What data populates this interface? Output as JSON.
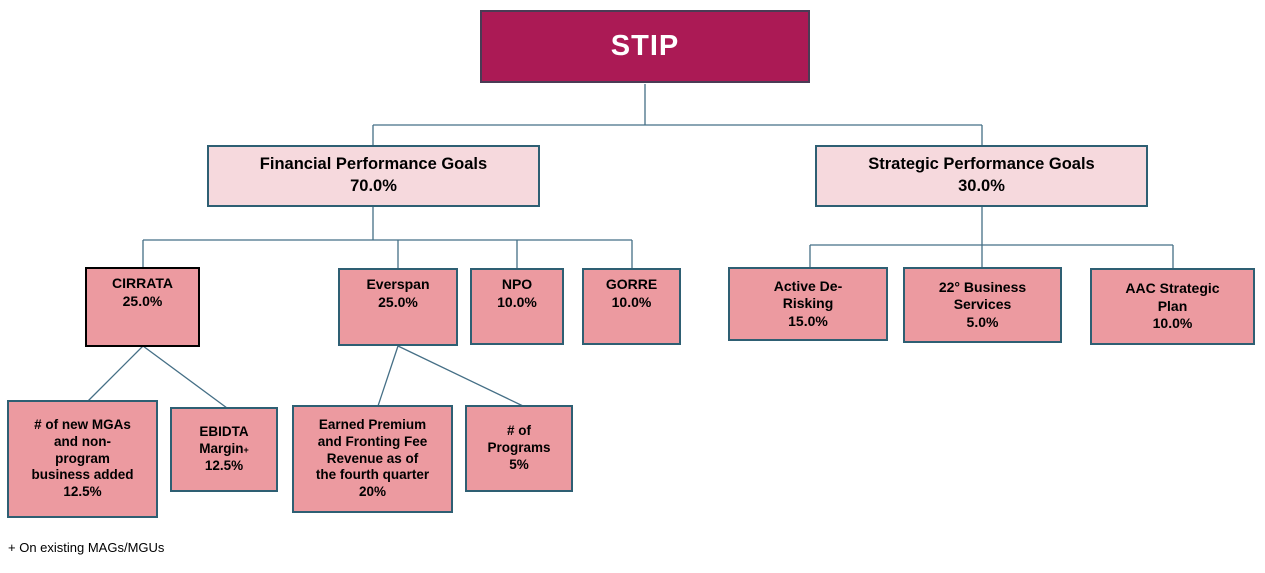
{
  "colors": {
    "root_fill": "#AB1A55",
    "root_border": "#4A3B55",
    "group_fill": "#F6D9DD",
    "node_fill": "#EC9AA0",
    "node_border": "#2E5F73",
    "highlight_border": "#000000",
    "connector": "#456F86"
  },
  "root": {
    "label": "STIP"
  },
  "groups": {
    "financial": {
      "label": "Financial Performance Goals",
      "weight": "70.0%"
    },
    "strategic": {
      "label": "Strategic Performance Goals",
      "weight": "30.0%"
    }
  },
  "nodes": {
    "cirrata": {
      "label": "CIRRATA",
      "weight": "25.0%"
    },
    "everspan": {
      "label": "Everspan",
      "weight": "25.0%"
    },
    "npo": {
      "label": "NPO",
      "weight": "10.0%"
    },
    "gorre": {
      "label": "GORRE",
      "weight": "10.0%"
    },
    "active_derisking": {
      "label": "Active De-\nRisking",
      "weight": "15.0%"
    },
    "business_services": {
      "label": "22° Business\nServices",
      "weight": "5.0%"
    },
    "aac_plan": {
      "label": "AAC Strategic\nPlan",
      "weight": "10.0%"
    },
    "new_mgas": {
      "label": "# of new MGAs\nand non-\nprogram\nbusiness added",
      "weight": "12.5%"
    },
    "ebidta": {
      "label": "EBIDTA\nMargin",
      "suffix": "+",
      "weight": "12.5%"
    },
    "earned_premium": {
      "label": "Earned Premium\nand Fronting Fee\nRevenue as of\nthe fourth quarter",
      "weight": "20%"
    },
    "programs": {
      "label": "# of\nPrograms",
      "weight": "5%"
    }
  },
  "footnote": "+ On existing MAGs/MGUs"
}
